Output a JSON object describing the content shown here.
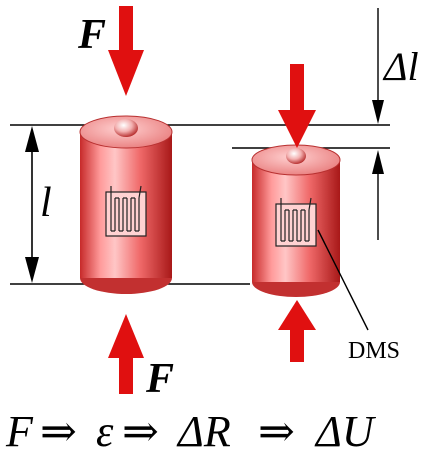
{
  "labels": {
    "force_top": "F",
    "force_bottom": "F",
    "length": "l",
    "delta_length": "Δl",
    "sensor": "DMS"
  },
  "formula": {
    "F": "F",
    "eps": "ε",
    "dR": "ΔR",
    "dU": "ΔU",
    "arrow": "⇒"
  },
  "colors": {
    "cylinder_light": "#ffb3b3",
    "cylinder_mid": "#ee5c5c",
    "cylinder_dark": "#b21e1e",
    "arrow": "#e01010",
    "line": "#000000"
  }
}
